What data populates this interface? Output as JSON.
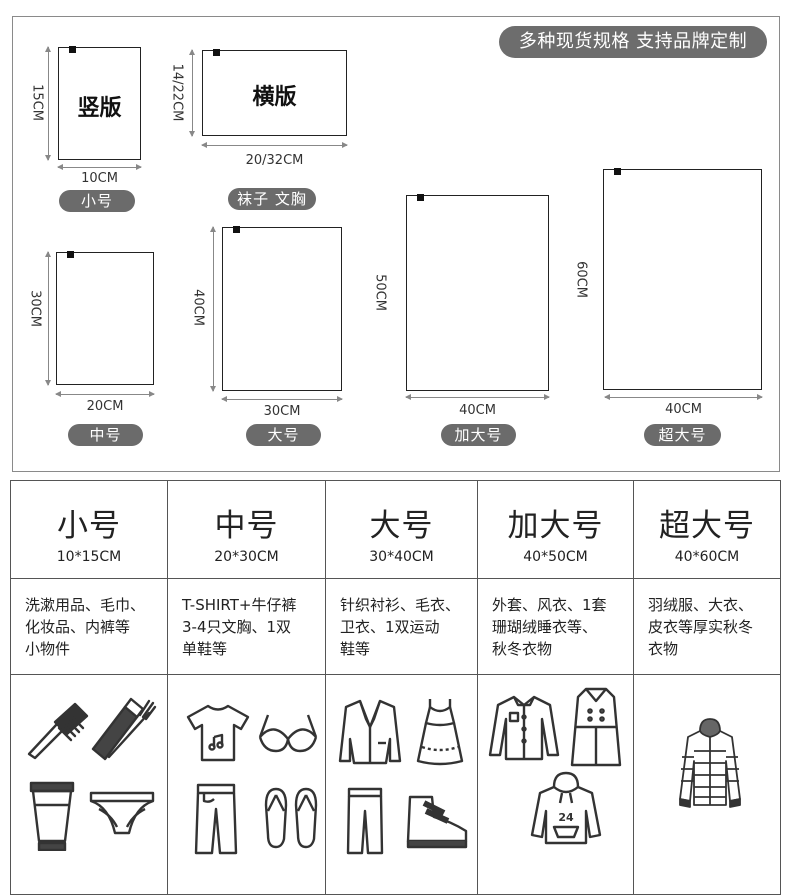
{
  "tagline": "多种现货规格 支持品牌定制",
  "diagram": {
    "small": {
      "label": "小号",
      "inner_text": "竖版",
      "width": "10CM",
      "height": "15CM"
    },
    "horizontal": {
      "label": "袜子 文胸",
      "inner_text": "横版",
      "width": "20/32CM",
      "height": "14/22CM"
    },
    "medium": {
      "label": "中号",
      "width": "20CM",
      "height": "30CM"
    },
    "large": {
      "label": "大号",
      "width": "30CM",
      "height": "40CM"
    },
    "xlarge": {
      "label": "加大号",
      "width": "40CM",
      "height": "50CM"
    },
    "xxlarge": {
      "label": "超大号",
      "width": "40CM",
      "height": "60CM"
    }
  },
  "table": {
    "columns": [
      {
        "name": "小号",
        "dims": "10*15CM",
        "desc": [
          "洗漱用品、毛巾、",
          "化妆品、内裤等",
          "小物件"
        ],
        "icons": [
          "comb-icon",
          "toothbrush-icon",
          "cosmetic-tube-icon",
          "briefs-icon"
        ]
      },
      {
        "name": "中号",
        "dims": "20*30CM",
        "desc": [
          "T-SHIRT+牛仔裤",
          "3-4只文胸、1双",
          "单鞋等"
        ],
        "icons": [
          "tshirt-icon",
          "bra-icon",
          "jeans-icon",
          "flip-flops-icon"
        ]
      },
      {
        "name": "大号",
        "dims": "30*40CM",
        "desc": [
          "针织衬衫、毛衣、",
          "卫衣、1双运动",
          "鞋等"
        ],
        "icons": [
          "blazer-icon",
          "dress-icon",
          "pants-icon",
          "sneaker-icon"
        ]
      },
      {
        "name": "加大号",
        "dims": "40*50CM",
        "desc": [
          "外套、风衣、1套",
          "珊瑚绒睡衣等、",
          "秋冬衣物"
        ],
        "icons": [
          "shirt-icon",
          "trench-coat-icon",
          "hoodie-icon"
        ]
      },
      {
        "name": "超大号",
        "dims": "40*60CM",
        "desc": [
          "羽绒服、大衣、",
          "皮衣等厚实秋冬",
          "衣物"
        ],
        "icons": [
          "down-jacket-icon"
        ]
      }
    ],
    "hoodie_number": "24"
  }
}
